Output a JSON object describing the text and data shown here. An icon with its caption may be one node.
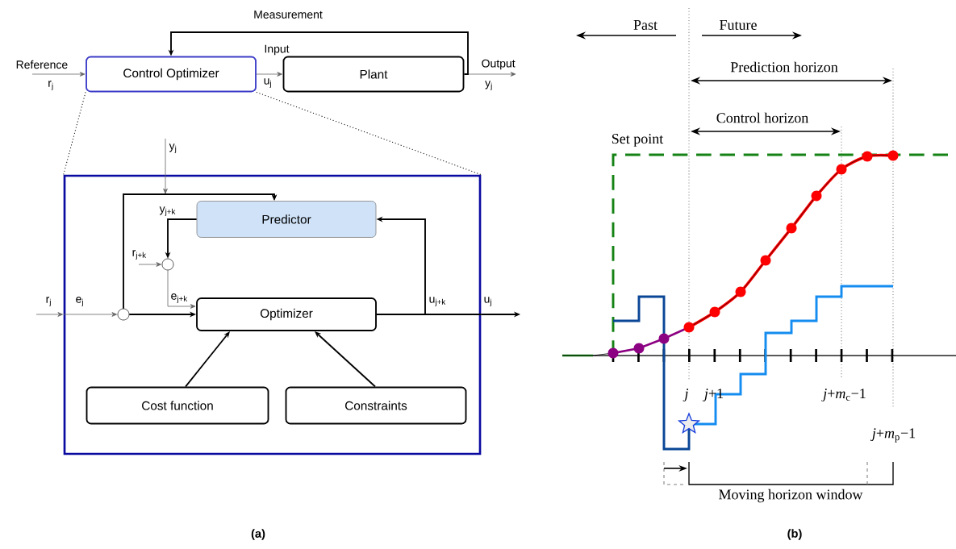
{
  "diagram": {
    "nodes": [
      {
        "text": [
          "Control Optimizer"
        ]
      },
      {
        "text": [
          "Plant"
        ]
      },
      {
        "text": [],
        "shape": "box"
      },
      {
        "text": [
          "Predictor"
        ],
        "in": 2
      },
      {
        "text": [],
        "shape": "circle",
        "in": 2
      },
      {
        "text": [],
        "shape": "circle",
        "in": 2
      },
      {
        "text": [
          "Optimizer"
        ],
        "in": 2
      },
      {
        "text": [
          "Cost function"
        ],
        "in": 2
      },
      {
        "text": [
          "Constraints"
        ],
        "in": 2
      }
    ],
    "edges": [
      {
        "from": null,
        "to": 0,
        "arrow": "to",
        "label": "Reference",
        "color": "#666666"
      },
      {
        "from": 0,
        "to": 1,
        "arrow": "to",
        "label": "Input",
        "color": "#666666"
      },
      {
        "from": 1,
        "to": null,
        "arrow": "to",
        "label": "Output",
        "color": "#666666"
      },
      {
        "from": 1,
        "to": 0,
        "arrow": "to",
        "label": "Measurement"
      },
      {
        "from": 0,
        "to": 2,
        "arrow": "none",
        "style": "dashed"
      },
      {
        "from": 0,
        "to": 2,
        "arrow": "none",
        "style": "dashed"
      },
      {
        "from": null,
        "to": 3,
        "arrow": "to",
        "label": "y$_{j}$",
        "color": "#666666"
      },
      {
        "from": 5,
        "to": 3,
        "arrow": "to"
      },
      {
        "from": 3,
        "to": 4,
        "arrow": "to",
        "label": "y$_{j+k}$"
      },
      {
        "from": null,
        "to": 4,
        "arrow": "to",
        "label": "r$_{j+k}$",
        "color": "#666666"
      },
      {
        "from": 4,
        "to": 6,
        "arrow": "to",
        "label": "e$_{j+k}$",
        "color": "#666666"
      },
      {
        "from": null,
        "to": 2,
        "arrow": "to",
        "label": "r$_{j}$",
        "color": "#666666"
      },
      {
        "from": 2,
        "to": 5,
        "arrow": "to",
        "label": "e$_{j}$",
        "color": "#666666"
      },
      {
        "from": 5,
        "to": 6,
        "arrow": "to"
      },
      {
        "from": 6,
        "to": 2,
        "arrow": "none",
        "label": "u$_{j+k}$"
      },
      {
        "from": 2,
        "to": null,
        "arrow": "to",
        "label": "u$_{j}$"
      },
      {
        "from": 6,
        "to": 3,
        "arrow": "to"
      },
      {
        "from": 7,
        "to": 6,
        "arrow": "to"
      },
      {
        "from": 8,
        "to": 6,
        "arrow": "to"
      }
    ],
    "labels": [
      "r$_{j}$",
      "u$_{j}$",
      "y$_{j}$",
      "Past",
      "Future",
      "Prediction horizon",
      "Control horizon",
      "Set point",
      "*j*",
      "*j*+1",
      "*j*+*m*$_{c}$−1",
      "*j*+*m*$_{p}$−1",
      "Moving horizon window",
      "(a)",
      "(b)"
    ]
  }
}
